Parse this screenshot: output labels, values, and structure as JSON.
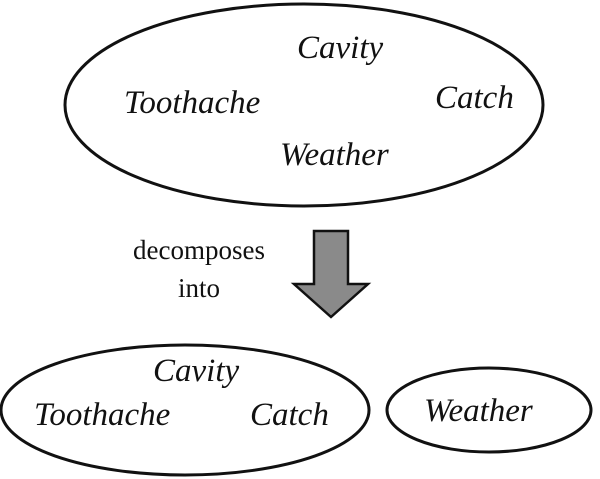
{
  "top_group": {
    "variables": {
      "cavity": "Cavity",
      "toothache": "Toothache",
      "catch": "Catch",
      "weather": "Weather"
    }
  },
  "arrow": {
    "label_line_1": "decomposes",
    "label_line_2": "into",
    "fill_color": "#8a8a8a"
  },
  "bottom_left_group": {
    "variables": {
      "cavity": "Cavity",
      "toothache": "Toothache",
      "catch": "Catch"
    }
  },
  "bottom_right_group": {
    "variables": {
      "weather": "Weather"
    }
  },
  "style": {
    "outline_color": "#111111",
    "background": "#ffffff"
  }
}
